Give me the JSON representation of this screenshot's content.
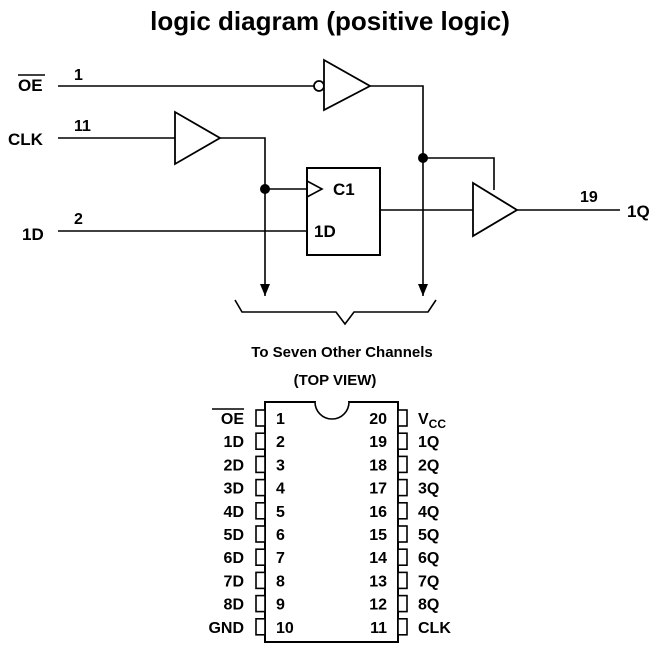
{
  "title": "logic diagram (positive logic)",
  "logic": {
    "oe_label": "OE",
    "oe_pin": "1",
    "clk_label": "CLK",
    "clk_pin": "11",
    "d_label": "1D",
    "d_pin": "2",
    "q_label": "1Q",
    "q_pin": "19",
    "ff_clock_label": "C1",
    "ff_data_label": "1D",
    "channels_caption": "To Seven Other Channels"
  },
  "package": {
    "view_label": "(TOP VIEW)",
    "left_pins": [
      {
        "name": "OE",
        "num": "1"
      },
      {
        "name": "1D",
        "num": "2"
      },
      {
        "name": "2D",
        "num": "3"
      },
      {
        "name": "3D",
        "num": "4"
      },
      {
        "name": "4D",
        "num": "5"
      },
      {
        "name": "5D",
        "num": "6"
      },
      {
        "name": "6D",
        "num": "7"
      },
      {
        "name": "7D",
        "num": "8"
      },
      {
        "name": "8D",
        "num": "9"
      },
      {
        "name": "GND",
        "num": "10"
      }
    ],
    "right_pins": [
      {
        "num": "20",
        "name": "V",
        "sub": "CC"
      },
      {
        "num": "19",
        "name": "1Q"
      },
      {
        "num": "18",
        "name": "2Q"
      },
      {
        "num": "17",
        "name": "3Q"
      },
      {
        "num": "16",
        "name": "4Q"
      },
      {
        "num": "15",
        "name": "5Q"
      },
      {
        "num": "14",
        "name": "6Q"
      },
      {
        "num": "13",
        "name": "7Q"
      },
      {
        "num": "12",
        "name": "8Q"
      },
      {
        "num": "11",
        "name": "CLK"
      }
    ]
  }
}
